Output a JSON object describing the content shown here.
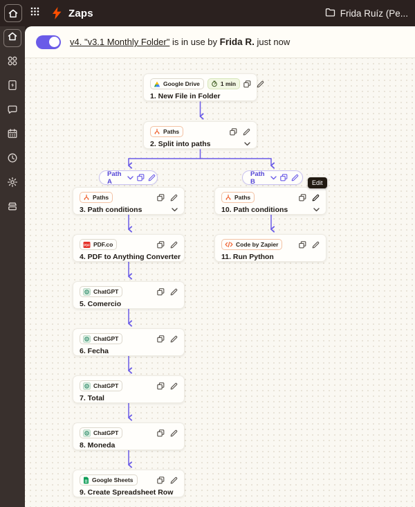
{
  "topbar": {
    "title": "Zaps",
    "account": "Frida Ruíz (Pe...",
    "icons": [
      "home-icon",
      "apps-grid-icon",
      "zapier-bolt-icon",
      "folder-icon"
    ]
  },
  "banner": {
    "toggle_on": true,
    "version_link": "v4. \"v3.1 Monthly Folder\"",
    "middle_text": "is in use by",
    "user": "Frida R.",
    "time": "just now"
  },
  "sidebar": {
    "items": [
      {
        "name": "home",
        "icon": "home-icon",
        "active": true
      },
      {
        "name": "zaps",
        "icon": "four-circles-icon",
        "active": false
      },
      {
        "name": "zap-document",
        "icon": "doc-bolt-icon",
        "active": false
      },
      {
        "name": "interfaces",
        "icon": "chat-bubble-icon",
        "active": false
      },
      {
        "name": "tables",
        "icon": "calendar-grid-icon",
        "active": false
      },
      {
        "name": "history",
        "icon": "clock-icon",
        "active": false
      },
      {
        "name": "settings",
        "icon": "gear-icon",
        "active": false
      },
      {
        "name": "more-apps",
        "icon": "stacked-trays-icon",
        "active": false
      }
    ]
  },
  "colors": {
    "accent_purple": "#6a5be8",
    "zapier_orange": "#ff4f00",
    "paths_orange": "#ee5d2b",
    "canvas_bg": "#faf8f2",
    "topbar_bg": "#2b211f",
    "sidebar_bg": "#39302d"
  },
  "tooltip": {
    "label": "Edit"
  },
  "canvas": {
    "path_pills": [
      {
        "label": "Path A"
      },
      {
        "label": "Path B"
      }
    ],
    "nodes": [
      {
        "title": "1. New File in Folder",
        "app": "Google Drive",
        "icon": "google-drive",
        "timer": "1 min",
        "chevron": false,
        "pencil_active": false
      },
      {
        "title": "2. Split into paths",
        "app": "Paths",
        "icon": "paths",
        "timer": null,
        "chevron": true,
        "pencil_active": false
      },
      {
        "title": "3. Path conditions",
        "app": "Paths",
        "icon": "paths",
        "timer": null,
        "chevron": true,
        "pencil_active": false
      },
      {
        "title": "4. PDF to Anything Converter",
        "app": "PDF.co",
        "icon": "pdfco",
        "timer": null,
        "chevron": false,
        "pencil_active": false
      },
      {
        "title": "5. Comercio",
        "app": "ChatGPT",
        "icon": "chatgpt",
        "timer": null,
        "chevron": false,
        "pencil_active": false
      },
      {
        "title": "6. Fecha",
        "app": "ChatGPT",
        "icon": "chatgpt",
        "timer": null,
        "chevron": false,
        "pencil_active": false
      },
      {
        "title": "7. Total",
        "app": "ChatGPT",
        "icon": "chatgpt",
        "timer": null,
        "chevron": false,
        "pencil_active": false
      },
      {
        "title": "8. Moneda",
        "app": "ChatGPT",
        "icon": "chatgpt",
        "timer": null,
        "chevron": false,
        "pencil_active": false
      },
      {
        "title": "9. Create Spreadsheet Row",
        "app": "Google Sheets",
        "icon": "google-sheets",
        "timer": null,
        "chevron": false,
        "pencil_active": false
      },
      {
        "title": "10. Path conditions",
        "app": "Paths",
        "icon": "paths",
        "timer": null,
        "chevron": true,
        "pencil_active": true,
        "tooltip": "Edit"
      },
      {
        "title": "11. Run Python",
        "app": "Code by Zapier",
        "icon": "code",
        "timer": null,
        "chevron": false,
        "pencil_active": false
      }
    ]
  }
}
